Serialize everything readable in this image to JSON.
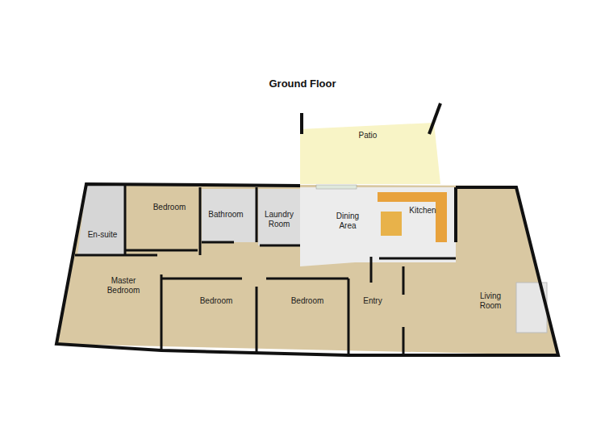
{
  "diagram": {
    "title": "Ground Floor",
    "nodes": [
      {
        "text": [
          "Patio"
        ]
      },
      {
        "text": [
          "En-suite"
        ]
      },
      {
        "text": [
          "Bedroom"
        ]
      },
      {
        "text": [
          "Bathroom"
        ]
      },
      {
        "text": [
          "Laundry Room"
        ]
      },
      {
        "text": [
          "Dining Area"
        ]
      },
      {
        "text": [
          "Kitchen"
        ]
      },
      {
        "text": [
          "Master Bedroom"
        ]
      },
      {
        "text": [
          "Bedroom"
        ]
      },
      {
        "text": [
          "Bedroom"
        ]
      },
      {
        "text": [
          "Entry"
        ]
      },
      {
        "text": [
          "Living Room"
        ]
      }
    ]
  }
}
